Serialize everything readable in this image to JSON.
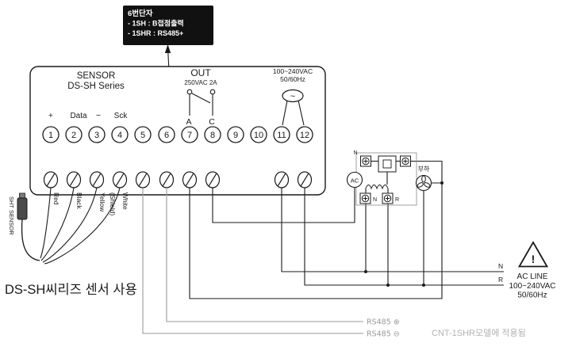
{
  "colors": {
    "ink": "#1a1a1a",
    "gray": "#9a9a9a",
    "note_gray": "#b3b3b3",
    "callout_bg": "#111111"
  },
  "callout": {
    "title": "6번단자",
    "line1": "- 1SH : B접점출력",
    "line2": "- 1SHR : RS485+"
  },
  "block": {
    "sensor_title": "SENSOR",
    "sensor_subtitle": "DS-SH Series",
    "out_label": "OUT",
    "out_rating": "250VAC 2A",
    "power_line1": "100~240VAC",
    "power_line2": "50/60Hz",
    "source_symbol": "~",
    "labels": {
      "plus": "+",
      "data": "Data",
      "minus": "−",
      "sck": "Sck",
      "a": "A",
      "c": "C"
    }
  },
  "terminals": [
    "1",
    "2",
    "3",
    "4",
    "5",
    "6",
    "7",
    "8",
    "9",
    "10",
    "11",
    "12"
  ],
  "wire_labels": {
    "w1": "Red",
    "w2": "Black",
    "w3": "Yellow",
    "w4": "(Shield)",
    "w5": "White"
  },
  "sensor": {
    "label": "SHT SENSOR"
  },
  "caption": {
    "text": "DS-SH씨리즈 센서 사용"
  },
  "module": {
    "top_n": "N",
    "ac": "AC",
    "load": "부하",
    "bottom_n": "N",
    "bottom_r": "R"
  },
  "ac_line": {
    "n": "N",
    "r": "R",
    "warning": "!",
    "title": "AC LINE",
    "voltage": "100~240VAC",
    "frequency": "50/60Hz"
  },
  "rs485": {
    "plus": "RS485 ⊕",
    "minus": "RS485 ⊖",
    "note": "CNT-1SHR모델에 적용됨"
  }
}
